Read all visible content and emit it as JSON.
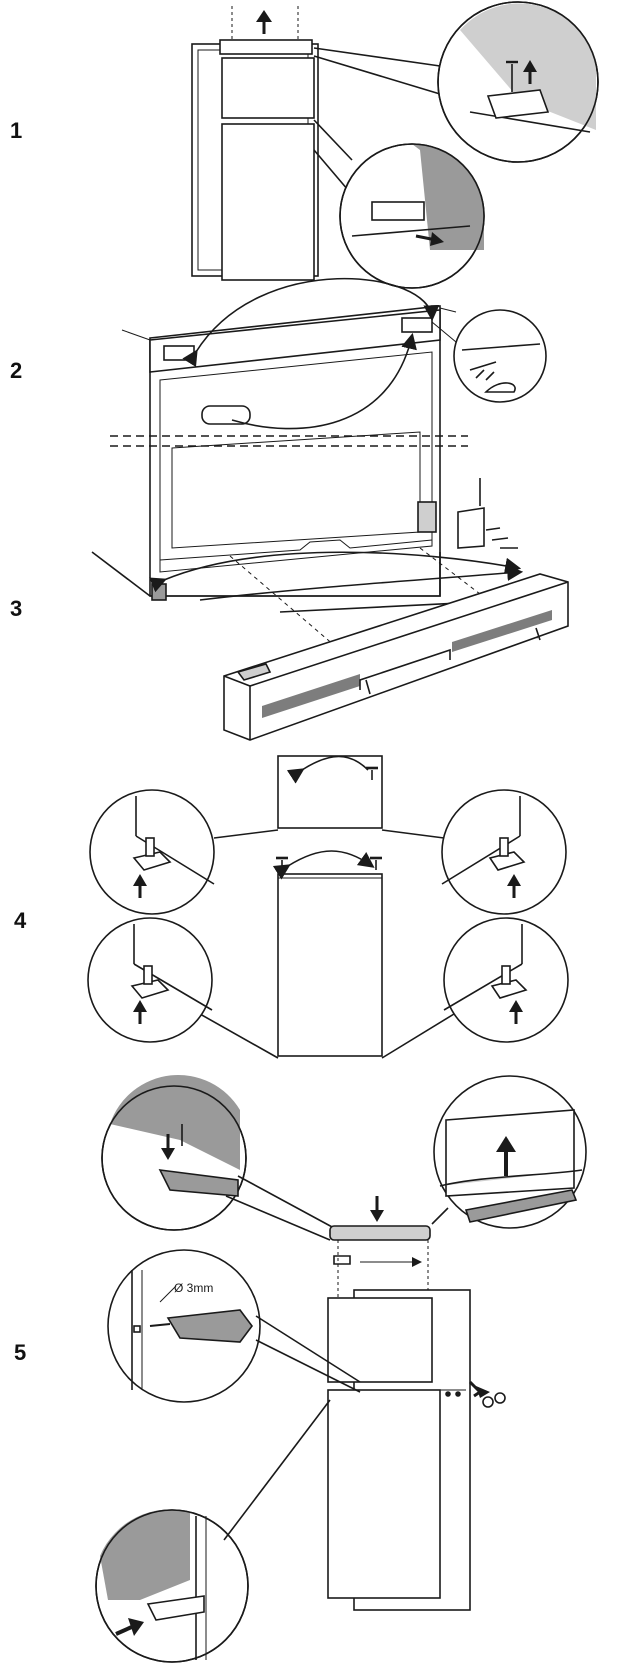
{
  "steps": [
    {
      "number": "1"
    },
    {
      "number": "2"
    },
    {
      "number": "3"
    },
    {
      "number": "4"
    },
    {
      "number": "5"
    }
  ],
  "drill_label": "Ø 3mm",
  "colors": {
    "line": "#1a1a1a",
    "shade": "#9a9a9a",
    "light_shade": "#cfcfcf",
    "strip": "#7d7d7d"
  },
  "icons": [
    "arrow-up-icon",
    "arrow-down-icon",
    "arrow-right-icon",
    "screw-icon",
    "hinge-icon",
    "drill-icon"
  ]
}
